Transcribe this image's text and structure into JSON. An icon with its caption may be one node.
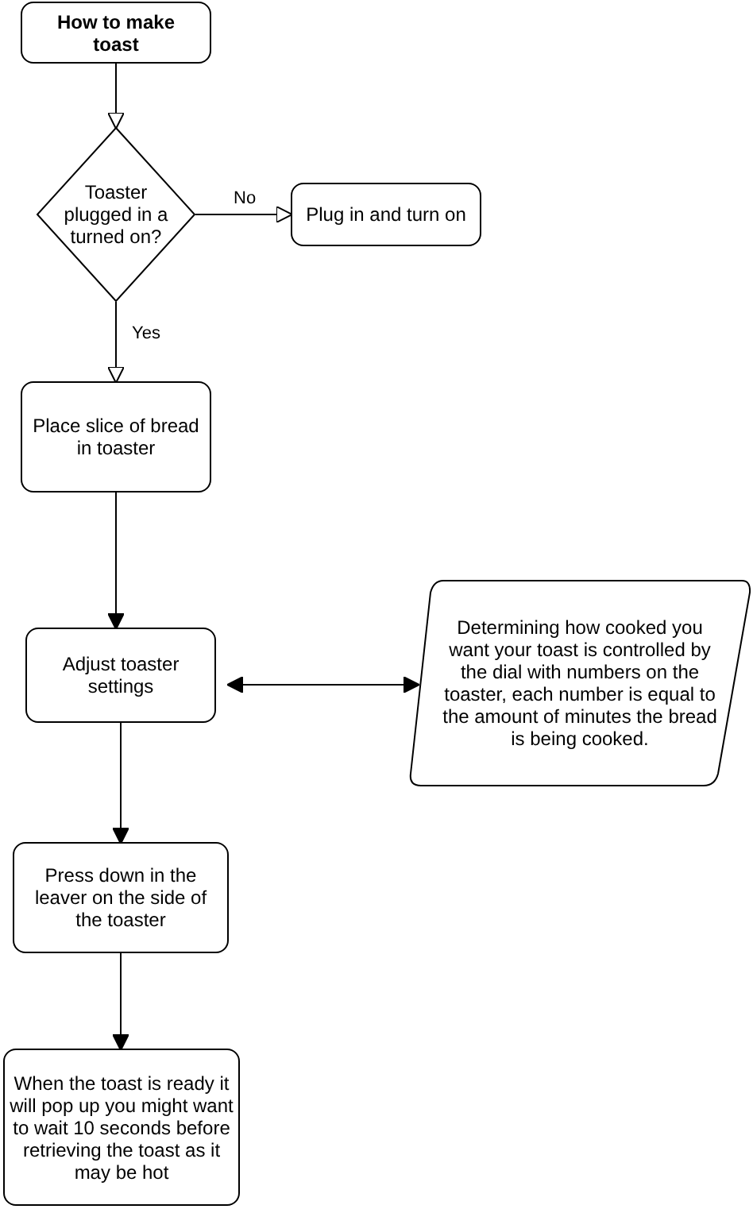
{
  "diagram": {
    "nodes": [
      {
        "text": [
          "How to make toast"
        ]
      },
      {
        "text": [
          "Toaster plugged in a turned on?"
        ]
      },
      {
        "text": [
          "Plug in and turn on"
        ]
      },
      {
        "text": [
          "Place slice of bread in toaster"
        ]
      },
      {
        "text": [
          "Adjust toaster settings"
        ]
      },
      {
        "text": [
          "Determining how cooked you want your toast is controlled by the dial with numbers on the toaster, each number is equal to the amount of minutes the bread is being cooked."
        ]
      },
      {
        "text": [
          "Press down in the leaver on the side of the toaster"
        ]
      },
      {
        "text": [
          "When the toast is ready it will pop up you might want to wait 10 seconds before retrieving the toast as it may be hot"
        ]
      }
    ],
    "edges": [
      {
        "from": 0,
        "to": 1,
        "arrow": "to"
      },
      {
        "from": 1,
        "to": 2,
        "arrow": "to",
        "label": "No"
      },
      {
        "from": 1,
        "to": 3,
        "arrow": "to",
        "label": "Yes"
      },
      {
        "from": 3,
        "to": 4,
        "arrow": "to"
      },
      {
        "from": 4,
        "to": 5,
        "arrow": "both"
      },
      {
        "from": 4,
        "to": 6,
        "arrow": "to"
      },
      {
        "from": 6,
        "to": 7,
        "arrow": "to"
      }
    ]
  }
}
